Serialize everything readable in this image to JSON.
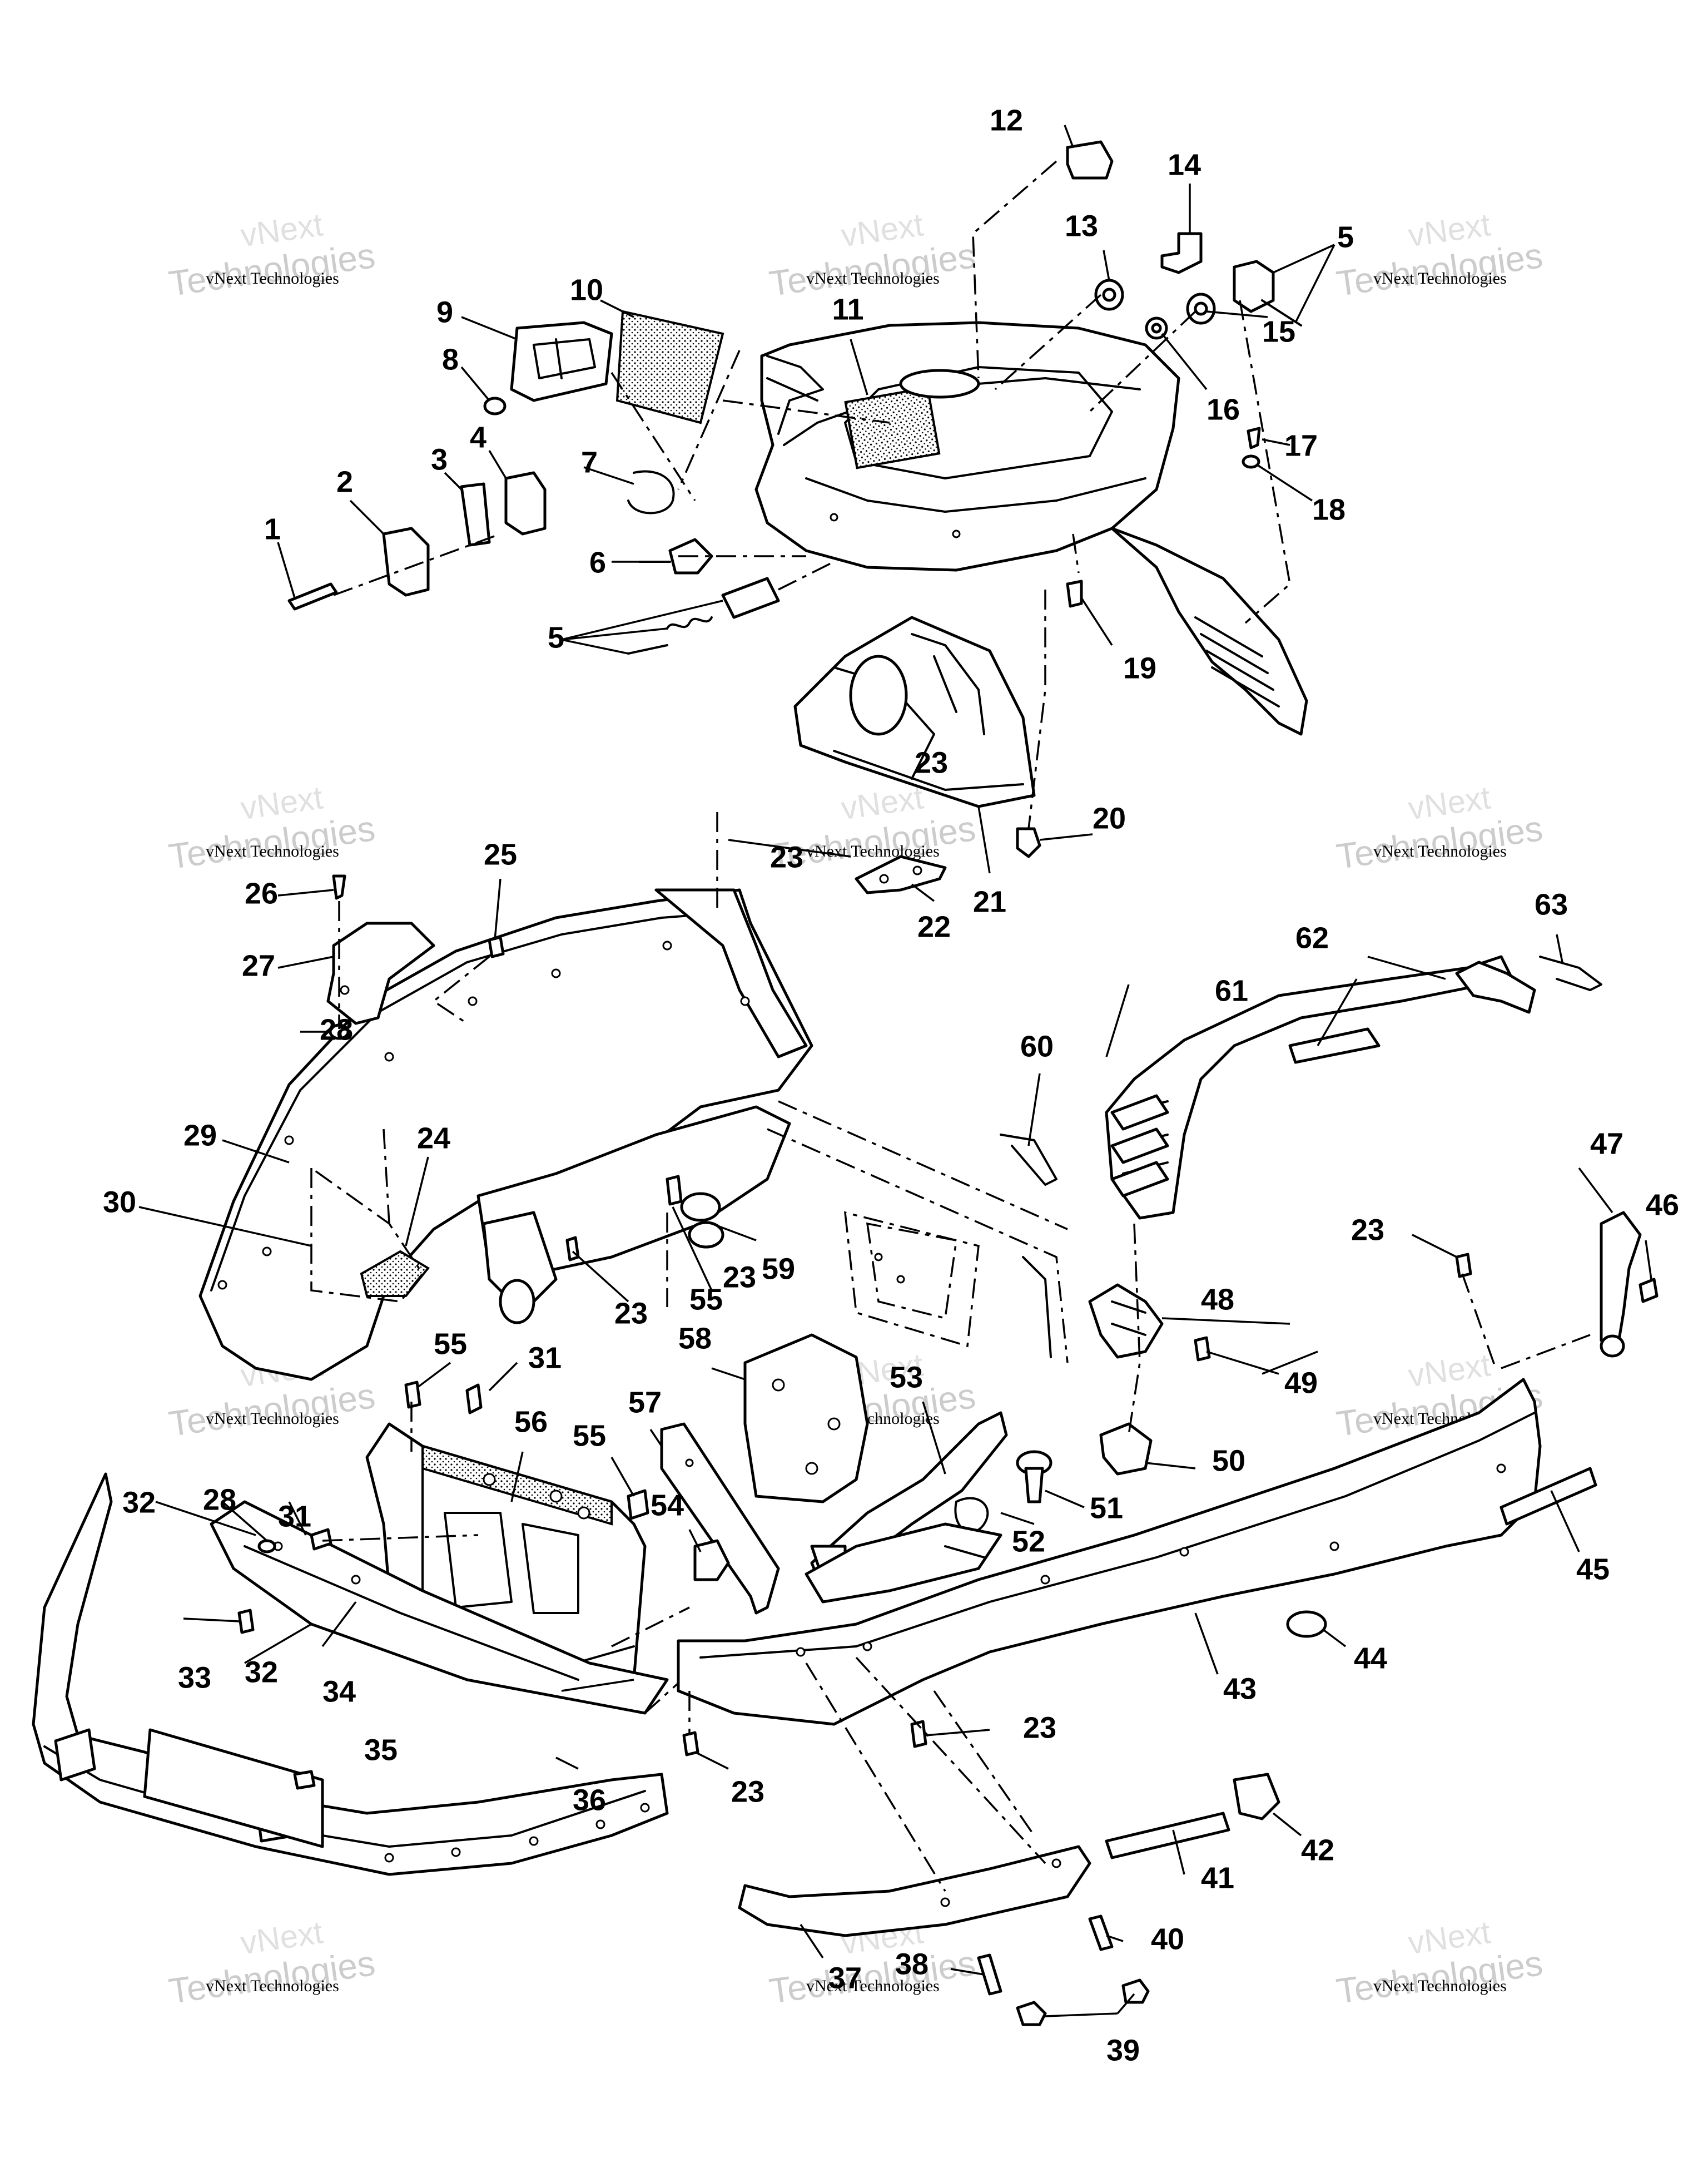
{
  "callouts": [
    {
      "n": "1"
    },
    {
      "n": "2"
    },
    {
      "n": "3"
    },
    {
      "n": "4"
    },
    {
      "n": "5"
    },
    {
      "n": "5"
    },
    {
      "n": "6"
    },
    {
      "n": "7"
    },
    {
      "n": "8"
    },
    {
      "n": "9"
    },
    {
      "n": "10"
    },
    {
      "n": "11"
    },
    {
      "n": "12"
    },
    {
      "n": "13"
    },
    {
      "n": "14"
    },
    {
      "n": "15"
    },
    {
      "n": "16"
    },
    {
      "n": "17"
    },
    {
      "n": "18"
    },
    {
      "n": "19"
    },
    {
      "n": "20"
    },
    {
      "n": "21"
    },
    {
      "n": "22"
    },
    {
      "n": "23"
    },
    {
      "n": "23"
    },
    {
      "n": "23"
    },
    {
      "n": "23"
    },
    {
      "n": "23"
    },
    {
      "n": "23"
    },
    {
      "n": "23"
    },
    {
      "n": "24"
    },
    {
      "n": "25"
    },
    {
      "n": "26"
    },
    {
      "n": "27"
    },
    {
      "n": "28"
    },
    {
      "n": "28"
    },
    {
      "n": "29"
    },
    {
      "n": "30"
    },
    {
      "n": "31"
    },
    {
      "n": "31"
    },
    {
      "n": "32"
    },
    {
      "n": "32"
    },
    {
      "n": "33"
    },
    {
      "n": "34"
    },
    {
      "n": "35"
    },
    {
      "n": "36"
    },
    {
      "n": "37"
    },
    {
      "n": "38"
    },
    {
      "n": "39"
    },
    {
      "n": "40"
    },
    {
      "n": "41"
    },
    {
      "n": "42"
    },
    {
      "n": "43"
    },
    {
      "n": "44"
    },
    {
      "n": "45"
    },
    {
      "n": "46"
    },
    {
      "n": "47"
    },
    {
      "n": "48"
    },
    {
      "n": "49"
    },
    {
      "n": "50"
    },
    {
      "n": "51"
    },
    {
      "n": "52"
    },
    {
      "n": "53"
    },
    {
      "n": "54"
    },
    {
      "n": "55"
    },
    {
      "n": "55"
    },
    {
      "n": "55"
    },
    {
      "n": "56"
    },
    {
      "n": "57"
    },
    {
      "n": "58"
    },
    {
      "n": "59"
    },
    {
      "n": "60"
    },
    {
      "n": "61"
    },
    {
      "n": "62"
    },
    {
      "n": "63"
    }
  ],
  "watermark": {
    "line1": "vNext Technologies",
    "big": "Technologies",
    "small": "vNext"
  }
}
